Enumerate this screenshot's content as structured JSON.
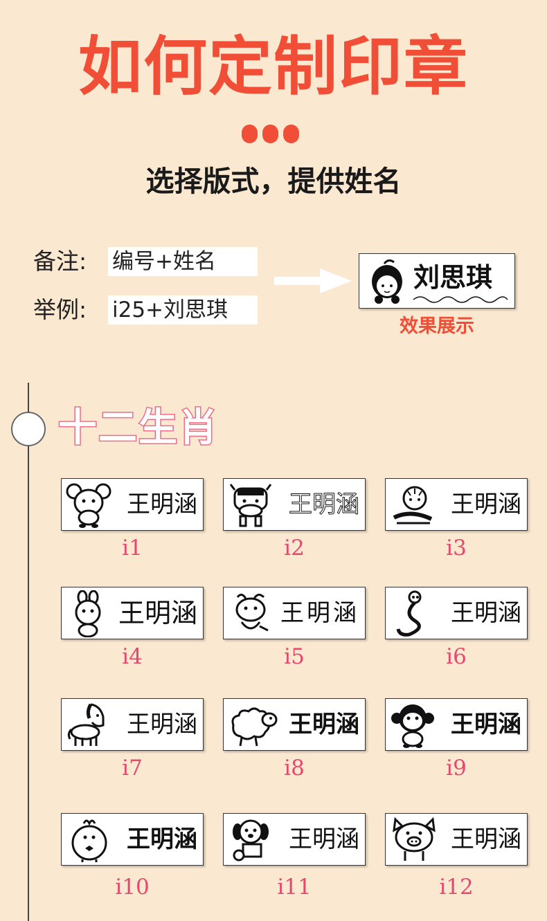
{
  "header": {
    "title": "如何定制印章",
    "subtitle": "选择版式，提供姓名"
  },
  "instructions": {
    "note_label": "备注:",
    "note_value": "编号+姓名",
    "example_label": "举例:",
    "example_value": "i25+刘思琪"
  },
  "demo": {
    "name": "刘思琪",
    "caption": "效果展示"
  },
  "section": {
    "title": "十二生肖"
  },
  "stamps": [
    {
      "code": "i1",
      "name": "王明涵",
      "animal": "rat-icon"
    },
    {
      "code": "i2",
      "name": "王明涵",
      "animal": "ox-icon"
    },
    {
      "code": "i3",
      "name": "王明涵",
      "animal": "tiger-icon"
    },
    {
      "code": "i4",
      "name": "王明涵",
      "animal": "rabbit-icon"
    },
    {
      "code": "i5",
      "name": "王明涵",
      "animal": "dragon-icon"
    },
    {
      "code": "i6",
      "name": "王明涵",
      "animal": "snake-icon"
    },
    {
      "code": "i7",
      "name": "王明涵",
      "animal": "horse-icon"
    },
    {
      "code": "i8",
      "name": "王明涵",
      "animal": "sheep-icon"
    },
    {
      "code": "i9",
      "name": "王明涵",
      "animal": "monkey-icon"
    },
    {
      "code": "i10",
      "name": "王明涵",
      "animal": "rooster-icon"
    },
    {
      "code": "i11",
      "name": "王明涵",
      "animal": "dog-icon"
    },
    {
      "code": "i12",
      "name": "王明涵",
      "animal": "pig-icon"
    }
  ],
  "colors": {
    "background": "#fbe8d0",
    "accent": "#f04e36",
    "pink": "#e8466c"
  }
}
